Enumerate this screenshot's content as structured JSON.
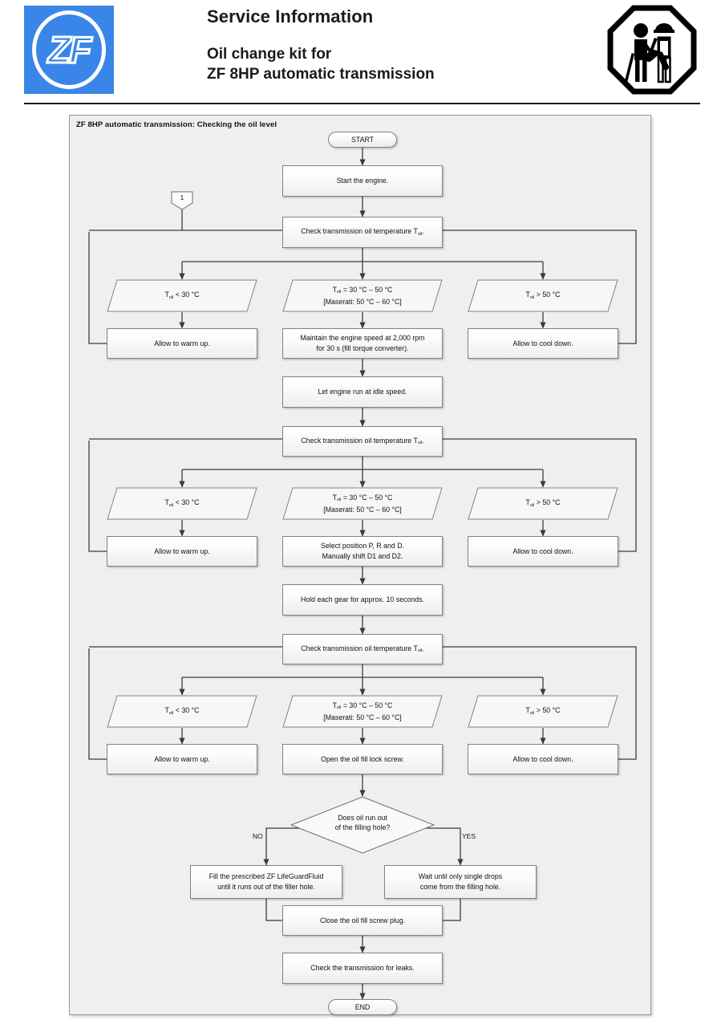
{
  "header": {
    "logo_alt": "ZF",
    "logo_color": "#3a86e8",
    "title": "Service Information",
    "subtitle_line1": "Oil change kit for",
    "subtitle_line2": "ZF 8HP automatic transmission",
    "safety_icon_name": "two-workers-octagon-icon"
  },
  "flowchart": {
    "title": "ZF 8HP automatic transmission: Checking the oil level",
    "frame_bg": "#efefef",
    "start_label": "START",
    "end_label": "END",
    "connector_1": "1",
    "nodes": {
      "start_engine": "Start the engine.",
      "check_temp_1": "Check transmission oil temperature T",
      "check_temp_1_sub": "oil",
      "check_temp_1_suffix": ".",
      "check_temp_2": "Check transmission oil temperature T",
      "check_temp_2_sub": "oil",
      "check_temp_3": "Check transmission oil temperature T",
      "check_temp_3_sub": "oil",
      "idle_speed": "Let engine run at idle speed.",
      "hold_gear": "Hold each gear for approx. 10 seconds.",
      "maintain_speed_l1": "Maintain the engine speed at 2,000 rpm",
      "maintain_speed_l2": "for 30 s (fill torque converter).",
      "select_position_l1": "Select position P, R and D.",
      "select_position_l2": "Manually shift D1 and D2.",
      "open_screw": "Open the oil fill lock screw.",
      "warm_up": "Allow to warm up.",
      "cool_down": "Allow to cool down.",
      "fill_fluid_l1": "Fill the prescribed ZF LifeGuardFluid",
      "fill_fluid_l2": "until it runs out of the filler hole.",
      "wait_drops_l1": "Wait until only single drops",
      "wait_drops_l2": "come from the filling hole.",
      "close_plug": "Close the oil fill screw plug.",
      "check_leaks": "Check the transmission for leaks."
    },
    "conditions": {
      "cold_pre": "T",
      "cold_sub": "oil",
      "cold_post": " < 30 °C",
      "mid_pre": "T",
      "mid_sub": "oil",
      "mid_post": " = 30 °C – 50 °C",
      "mid_line2": "[Maserati: 50 °C – 60 °C]",
      "hot_pre": "T",
      "hot_sub": "oil",
      "hot_post": " > 50 °C"
    },
    "decision": {
      "line1": "Does oil run out",
      "line2": "of the filling hole?",
      "no_label": "NO",
      "yes_label": "YES"
    }
  }
}
